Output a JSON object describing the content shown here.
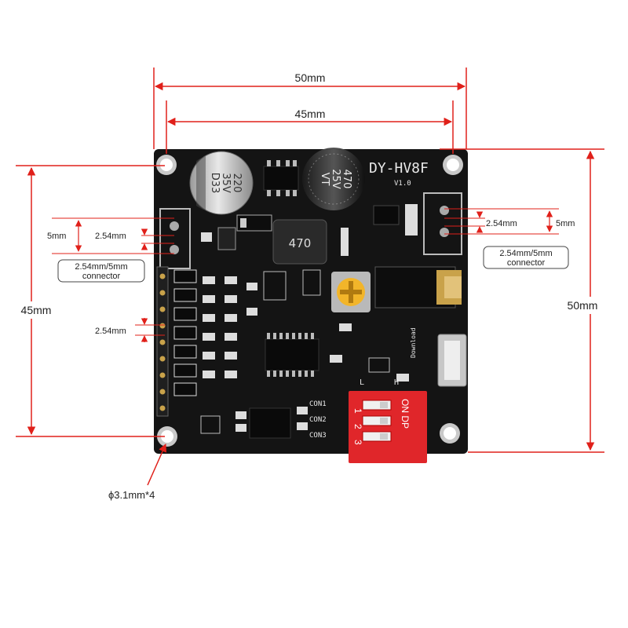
{
  "board": {
    "model": "DY-HV8F",
    "version": "V1.0",
    "download_label": "Download",
    "inductor_label": "470",
    "cap_left": [
      "220",
      "35V",
      "D33"
    ],
    "cap_right": [
      "470",
      "25V",
      "VT"
    ],
    "con_labels": [
      "CON1",
      "CON2",
      "CON3"
    ],
    "dip_on_label": "ON DP",
    "dip_numbers": [
      "1",
      "2",
      "3"
    ],
    "mode_labels": [
      "L",
      "H"
    ]
  },
  "dimensions": {
    "top_width": "50mm",
    "hole_spacing": "45mm",
    "left_height": "45mm",
    "right_height": "50mm",
    "left_pitch_5mm": "5mm",
    "left_pitch_254": "2.54mm",
    "header_pitch": "2.54mm",
    "right_pitch_254": "2.54mm",
    "right_pitch_5mm": "5mm",
    "hole_diameter": "ϕ3.1mm*4"
  },
  "callouts": {
    "left_connector": [
      "2.54mm/5mm",
      "connector"
    ],
    "right_connector": [
      "2.54mm/5mm",
      "connector"
    ]
  },
  "colors": {
    "dimension_lines": "#e0201a",
    "pcb": "#141414",
    "dip_switch": "#e0262a"
  }
}
